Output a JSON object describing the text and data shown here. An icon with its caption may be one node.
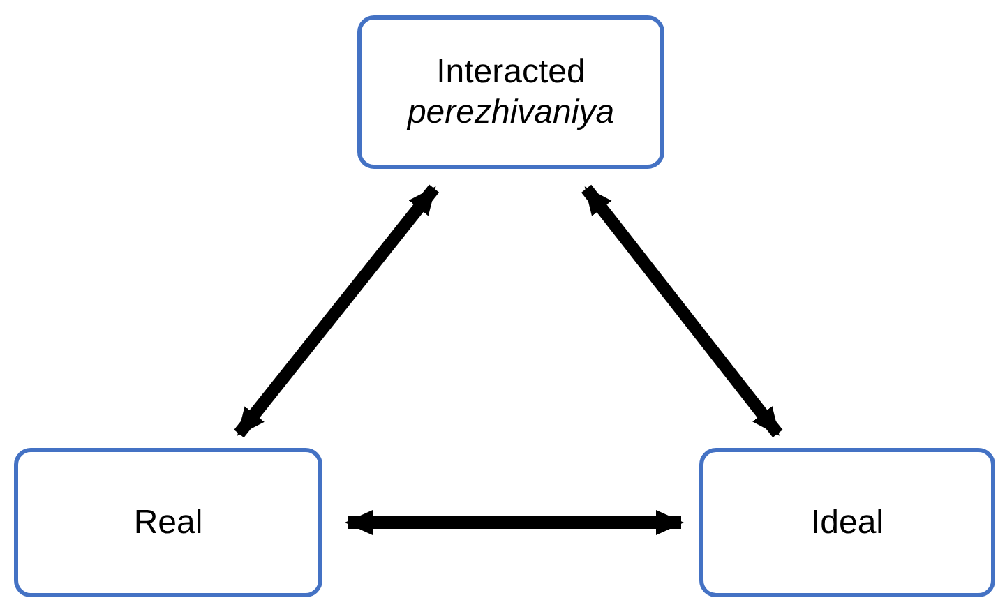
{
  "diagram": {
    "nodes": [
      {
        "text": [
          "Interacted *perezhivaniya*"
        ]
      },
      {
        "text": [
          "Real"
        ]
      },
      {
        "text": [
          "Ideal"
        ]
      }
    ],
    "edges": [
      {
        "from": 0,
        "to": 1,
        "arrow": "both"
      },
      {
        "from": 0,
        "to": 2,
        "arrow": "both"
      },
      {
        "from": 1,
        "to": 2,
        "arrow": "both"
      }
    ]
  }
}
